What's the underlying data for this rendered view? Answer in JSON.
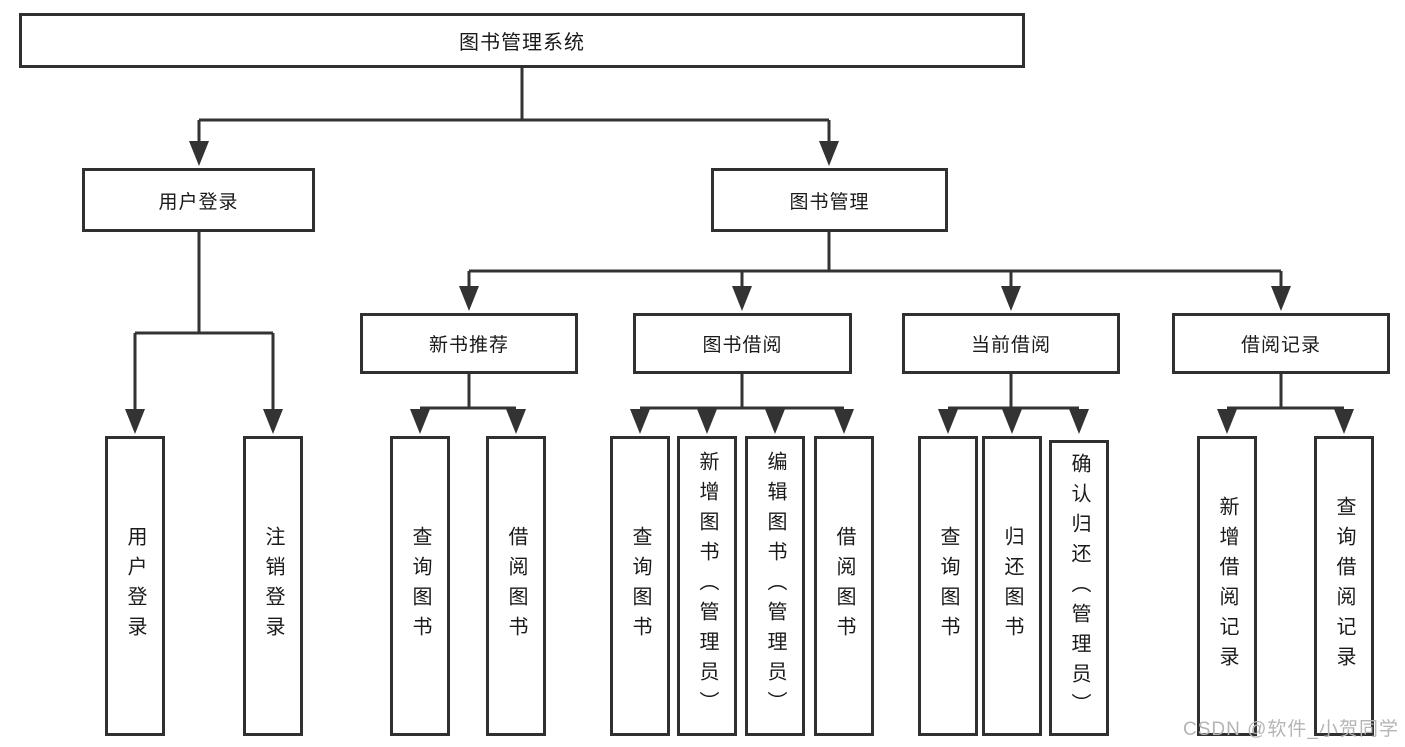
{
  "title": "图书管理系统",
  "watermark": "CSDN @软件_小贺同学",
  "colors": {
    "background": "#ffffff",
    "line": "#333333",
    "box_border": "#303030",
    "text": "#1a1a1a",
    "watermark": "#b5b5b5"
  },
  "nodes": {
    "root": "图书管理系统",
    "level2": [
      "用户登录",
      "图书管理"
    ],
    "level3": [
      "新书推荐",
      "图书借阅",
      "当前借阅",
      "借阅记录"
    ],
    "leaves": {
      "login": [
        "用户登录",
        "注销登录"
      ],
      "recommend": [
        "查询图书",
        "借阅图书"
      ],
      "borrow": [
        "查询图书",
        "新增图书（管理员）",
        "编辑图书（管理员）",
        "借阅图书"
      ],
      "current": [
        "查询图书",
        "归还图书",
        "确认归还（管理员）"
      ],
      "records": [
        "新增借阅记录",
        "查询借阅记录"
      ]
    }
  }
}
